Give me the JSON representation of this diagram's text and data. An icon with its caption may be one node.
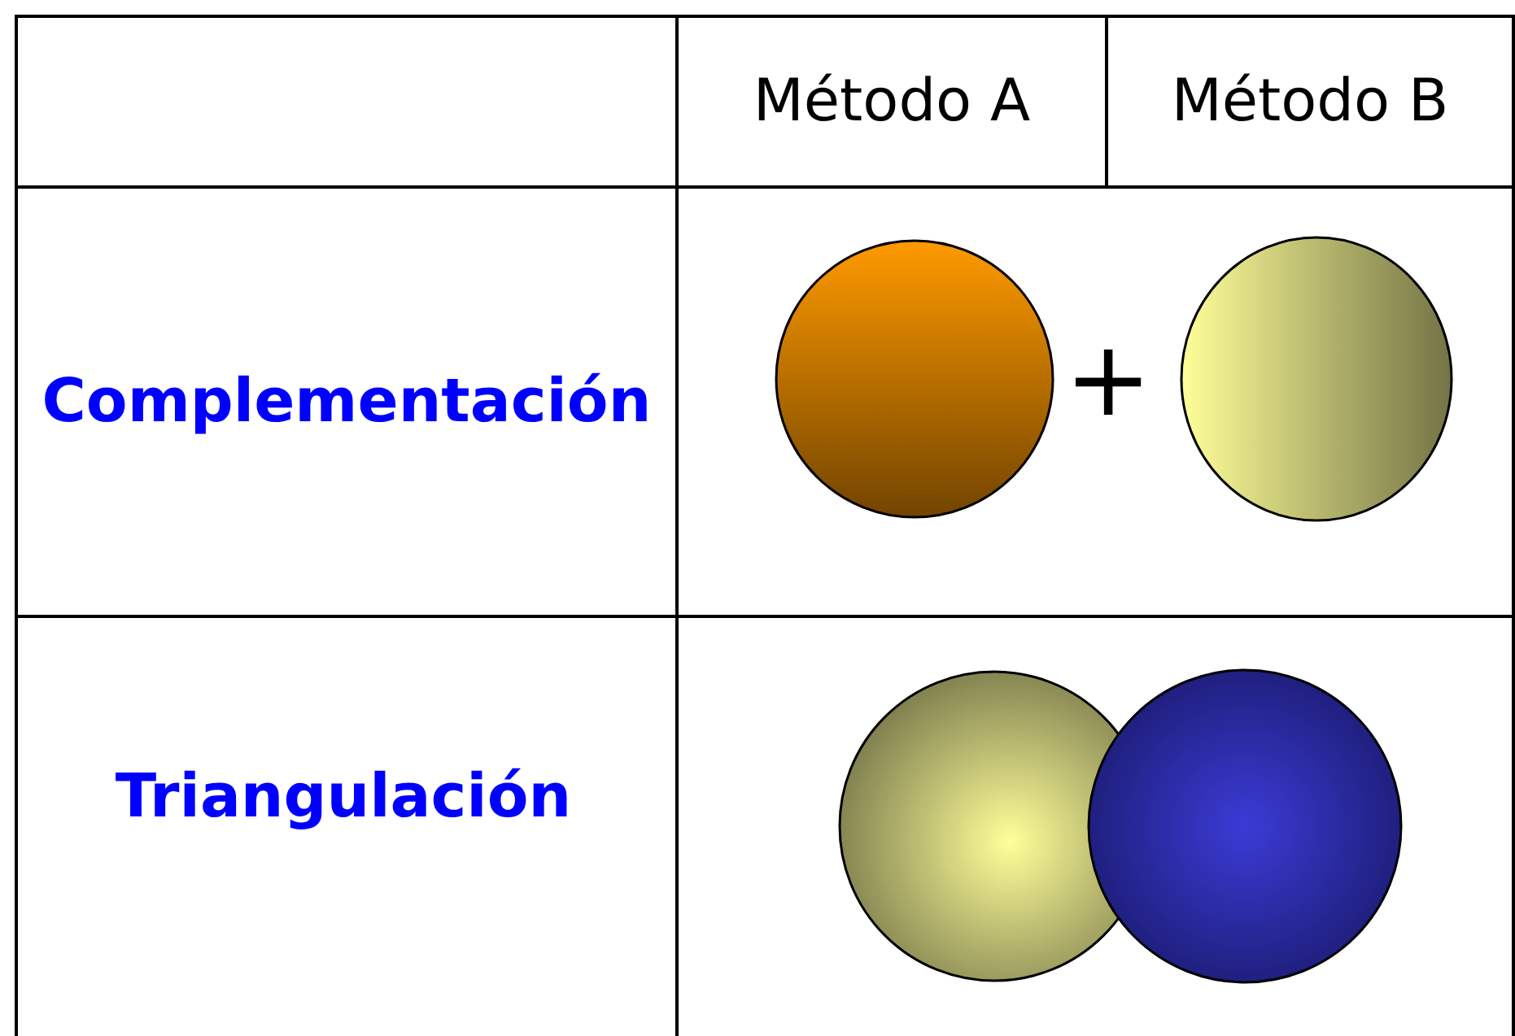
{
  "diagram": {
    "labels": [
      "Método A",
      "Método B",
      "Complementación",
      "+",
      "Triangulación"
    ]
  }
}
